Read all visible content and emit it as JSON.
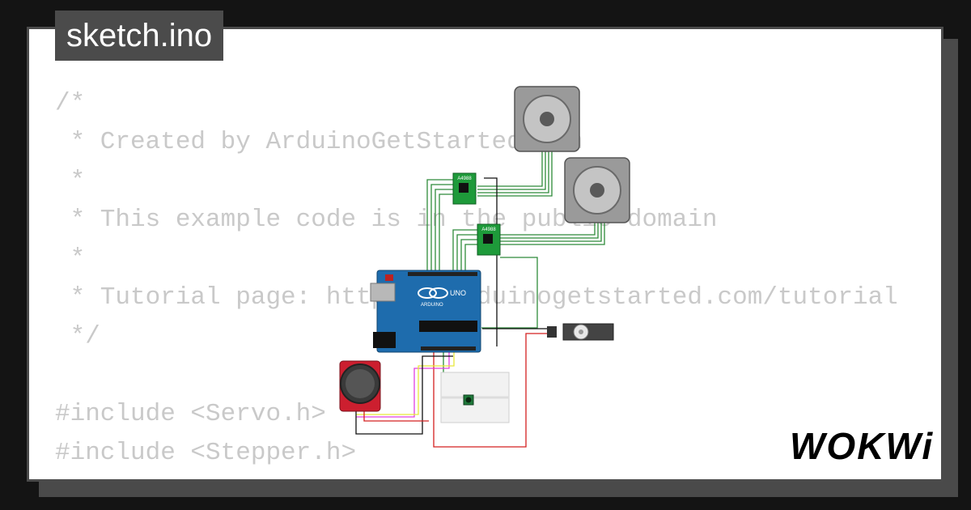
{
  "tab": {
    "title": "sketch.ino"
  },
  "code": {
    "lines": [
      "/*",
      " * Created by ArduinoGetStarted.com",
      " *",
      " * This example code is in the public domain",
      " *",
      " * Tutorial page: https://arduinogetstarted.com/tutorial",
      " */",
      "",
      "#include <Servo.h>",
      "#include <Stepper.h>"
    ]
  },
  "circuit": {
    "board_label": "UNO",
    "board_brand": "ARDUINO",
    "driver_label": "A4988",
    "colors": {
      "board": "#1e6cad",
      "driver": "#1e9a3a",
      "joystick": "#cc1f2f",
      "wire_green": "#2e8b3a",
      "wire_red": "#d42020",
      "wire_black": "#111111",
      "wire_yellow": "#e8e83a",
      "wire_magenta": "#e040e0"
    },
    "components": [
      "stepper-motor",
      "stepper-motor",
      "a4988-driver",
      "a4988-driver",
      "arduino-uno",
      "servo",
      "joystick",
      "breadboard",
      "pushbutton"
    ]
  },
  "brand": {
    "logo": "WOKWi"
  }
}
